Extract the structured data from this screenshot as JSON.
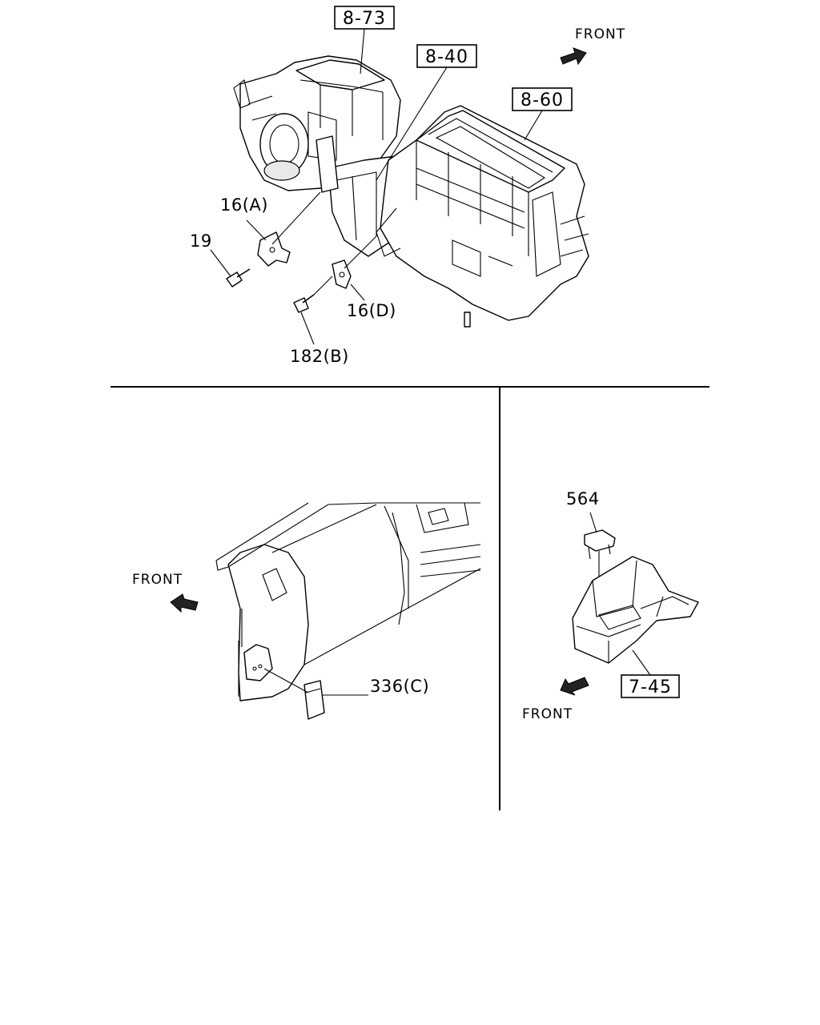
{
  "top_panel": {
    "ref_boxes": [
      "8-73",
      "8-40",
      "8-60"
    ],
    "callouts": [
      "16(A)",
      "19",
      "16(D)",
      "182(B)"
    ],
    "front_label": "FRONT"
  },
  "bottom_left_panel": {
    "callouts": [
      "336(C)"
    ],
    "front_label": "FRONT"
  },
  "bottom_right_panel": {
    "callouts": [
      "564"
    ],
    "ref_boxes": [
      "7-45"
    ],
    "front_label": "FRONT"
  }
}
